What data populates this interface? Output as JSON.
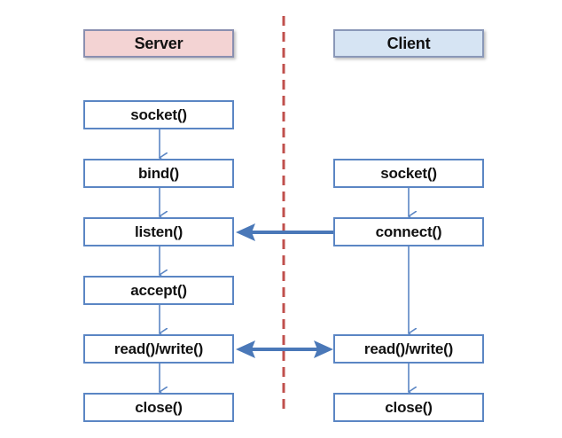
{
  "headers": {
    "server": "Server",
    "client": "Client"
  },
  "server": {
    "steps": [
      "socket()",
      "bind()",
      "listen()",
      "accept()",
      "read()/write()",
      "close()"
    ]
  },
  "client": {
    "steps": [
      "socket()",
      "connect()",
      "read()/write()",
      "close()"
    ]
  },
  "colors": {
    "box_border": "#5b86c4",
    "arrow": "#5b86c4",
    "connector": "#4a78b8",
    "divider": "#c0504d",
    "server_header_fill": "#f3d3d3",
    "client_header_fill": "#d6e4f3"
  }
}
